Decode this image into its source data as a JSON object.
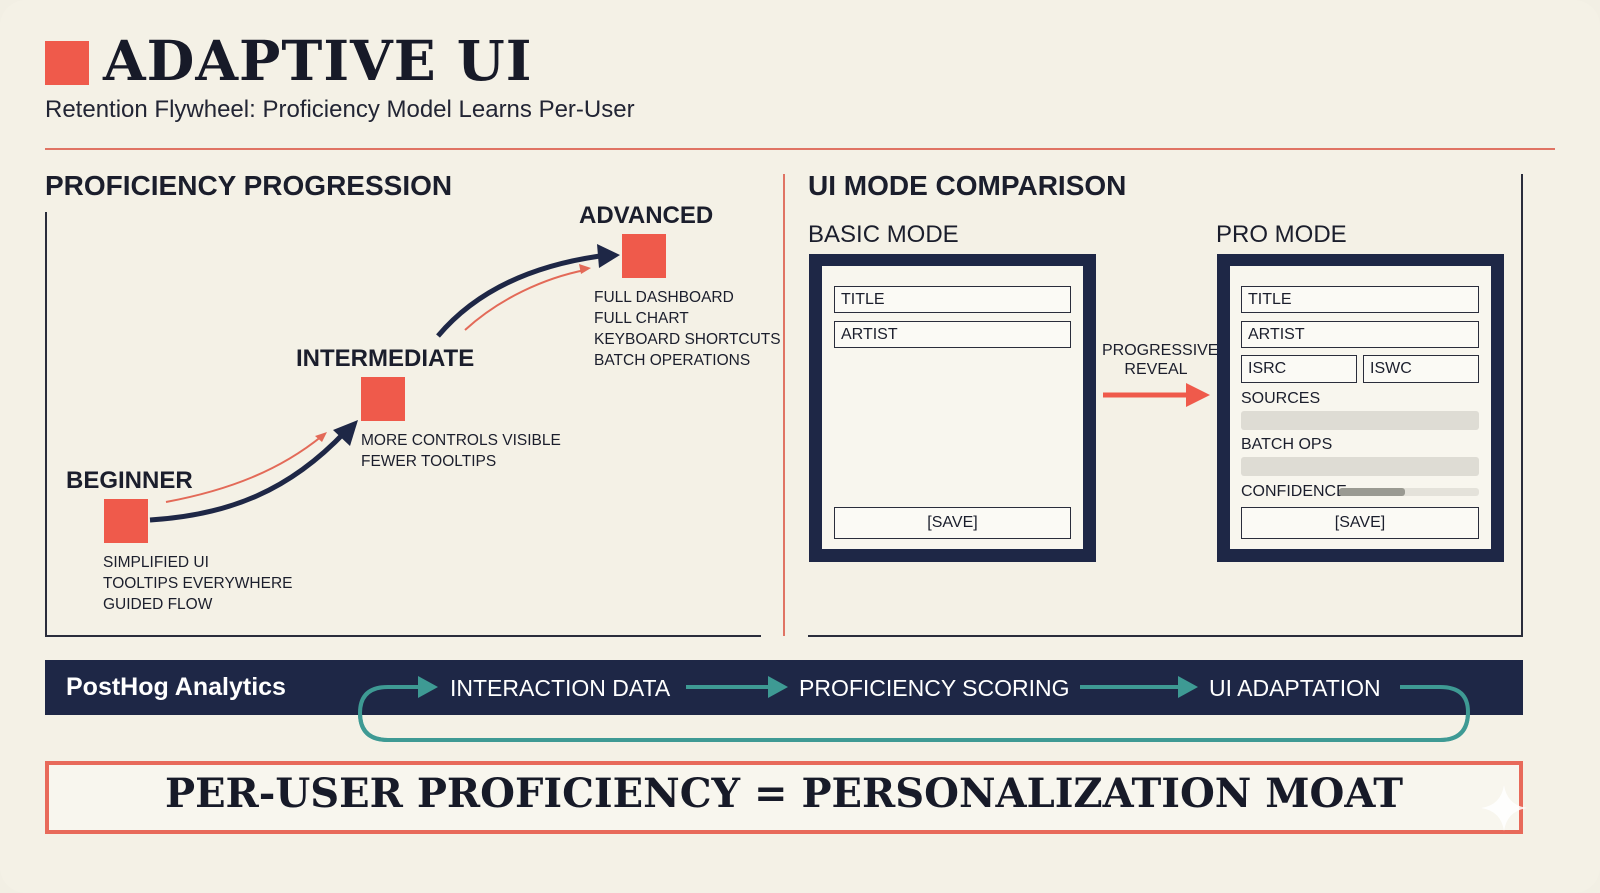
{
  "header": {
    "title": "ADAPTIVE UI",
    "subtitle": "Retention Flywheel: Proficiency Model Learns Per-User"
  },
  "progression": {
    "heading": "PROFICIENCY PROGRESSION",
    "stages": [
      {
        "label": "BEGINNER",
        "notes": [
          "SIMPLIFIED UI",
          "TOOLTIPS EVERYWHERE",
          "GUIDED FLOW"
        ]
      },
      {
        "label": "INTERMEDIATE",
        "notes": [
          "MORE CONTROLS VISIBLE",
          "FEWER TOOLTIPS"
        ]
      },
      {
        "label": "ADVANCED",
        "notes": [
          "FULL DASHBOARD",
          "FULL CHART",
          "KEYBOARD SHORTCUTS",
          "BATCH OPERATIONS"
        ]
      }
    ]
  },
  "comparison": {
    "heading": "UI MODE COMPARISON",
    "basic": {
      "label": "BASIC MODE",
      "fields": [
        "TITLE",
        "ARTIST"
      ],
      "save": "[SAVE]"
    },
    "arrow_label": [
      "PROGRESSIVE",
      "REVEAL"
    ],
    "pro": {
      "label": "PRO MODE",
      "fields": [
        "TITLE",
        "ARTIST",
        "ISRC",
        "ISWC"
      ],
      "sources": "SOURCES",
      "batch_ops": "BATCH OPS",
      "confidence": "CONFIDENCE",
      "confidence_level": 0.47,
      "save": "[SAVE]"
    }
  },
  "analytics": {
    "title": "PostHog Analytics",
    "steps": [
      "INTERACTION DATA",
      "PROFICIENCY SCORING",
      "UI ADAPTATION"
    ]
  },
  "footer": {
    "text": "PER-USER PROFICIENCY = PERSONALIZATION MOAT"
  },
  "colors": {
    "accent": "#ef5a4b",
    "navy": "#1e2746",
    "teal": "#3e9a94",
    "background": "#f4f1e6"
  }
}
